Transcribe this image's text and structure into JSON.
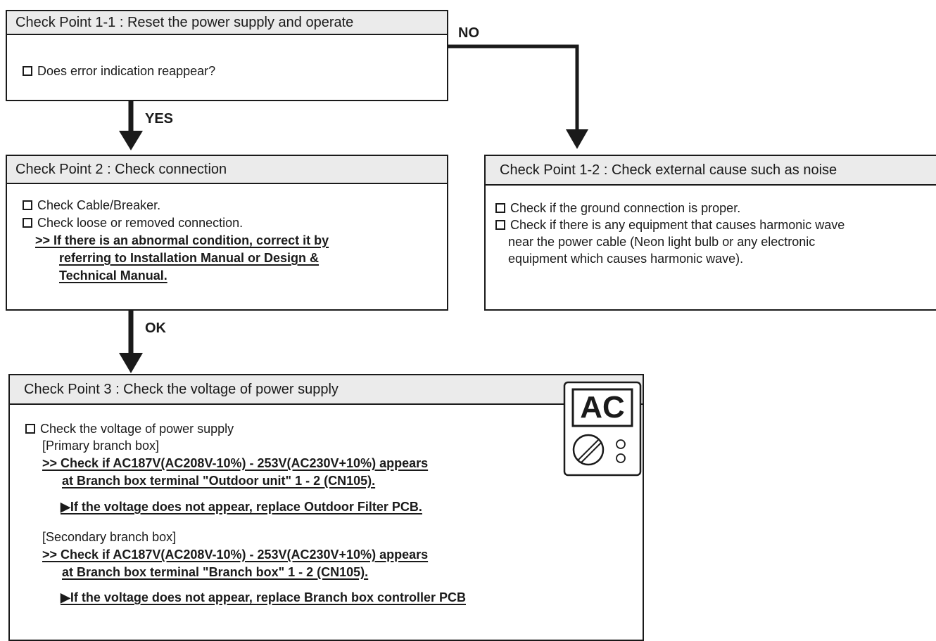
{
  "flow_labels": {
    "no": "NO",
    "yes": "YES",
    "ok": "OK"
  },
  "cp1_1": {
    "title": "Check Point 1-1 : Reset the power supply and operate",
    "items": [
      "Does error indication reappear?"
    ]
  },
  "cp2": {
    "title": "Check Point 2 : Check connection",
    "items": [
      "Check Cable/Breaker.",
      "Check loose or removed connection."
    ],
    "note_lines": [
      ">> If there is an abnormal condition, correct it by",
      "referring to Installation Manual or Design &",
      "Technical Manual."
    ]
  },
  "cp1_2": {
    "title": "Check Point 1-2 : Check external cause such as noise",
    "items": [
      "Check if the ground connection is proper.",
      "Check if there is any equipment that causes harmonic wave"
    ],
    "continuation": [
      "near the power cable (Neon light bulb or any electronic",
      "equipment which causes harmonic wave)."
    ]
  },
  "cp3": {
    "title": "Check Point 3 : Check the voltage of power supply",
    "item": "Check the voltage of power supply",
    "primary": {
      "label": "[Primary branch box]",
      "check1": ">> Check if AC187V(AC208V-10%) - 253V(AC230V+10%) appears",
      "check2": "at Branch box terminal \"Outdoor unit\" 1 - 2 (CN105).",
      "action": "▶If the voltage does not appear, replace Outdoor Filter PCB."
    },
    "secondary": {
      "label": "[Secondary branch box]",
      "check1": ">> Check if AC187V(AC208V-10%) - 253V(AC230V+10%) appears",
      "check2": "at Branch box terminal \"Branch box\" 1 - 2 (CN105).",
      "action": "▶If the voltage does not appear, replace Branch box controller PCB"
    },
    "meter": {
      "display": "AC",
      "icon": "multimeter-icon"
    }
  },
  "colors": {
    "line": "#1a1a1a",
    "header_fill": "#ebebeb"
  }
}
